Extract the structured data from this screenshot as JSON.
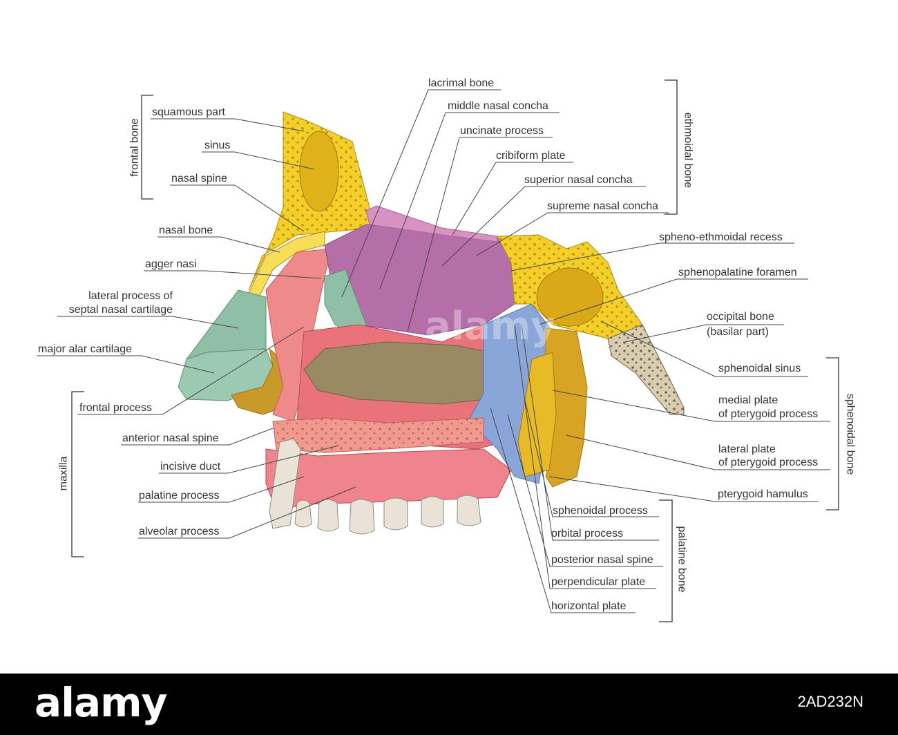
{
  "labels": {
    "squamous_part": "squamous part",
    "sinus": "sinus",
    "nasal_spine": "nasal spine",
    "nasal_bone": "nasal bone",
    "agger_nasi": "agger nasi",
    "lateral_process_1": "lateral process of",
    "lateral_process_2": "septal nasal cartilage",
    "major_alar": "major alar cartilage",
    "frontal_process": "frontal process",
    "anterior_nasal_spine": "anterior nasal spine",
    "incisive_duct": "incisive duct",
    "palatine_process": "palatine process",
    "alveolar_process": "alveolar process",
    "lacrimal_bone": "lacrimal bone",
    "middle_nasal_concha": "middle nasal concha",
    "uncinate_process": "uncinate process",
    "cribiform_plate": "cribiform plate",
    "superior_nasal_concha": "superior nasal concha",
    "supreme_nasal_concha": "supreme nasal concha",
    "spheno_ethmoidal_recess": "spheno-ethmoidal recess",
    "sphenopalatine_foramen": "sphenopalatine foramen",
    "occipital_bone_1": "occipital bone",
    "occipital_bone_2": "(basilar part)",
    "sphenoidal_sinus": "sphenoidal sinus",
    "medial_plate_1": "medial plate",
    "medial_plate_2": "of pterygoid process",
    "lateral_plate_1": "lateral plate",
    "lateral_plate_2": "of pterygoid process",
    "pterygoid_hamulus": "pterygoid hamulus",
    "sphenoidal_process": "sphenoidal process",
    "orbital_process": "orbital process",
    "posterior_nasal_spine": "posterior nasal spine",
    "perpendicular_plate": "perpendicular plate",
    "horizontal_plate": "horizontal plate"
  },
  "groups": {
    "frontal_bone": "frontal bone",
    "ethmoidal_bone": "ethmoidal bone",
    "maxilla": "maxilla",
    "sphenoidal_bone": "sphenoidal bone",
    "palatine_bone": "palatine bone"
  },
  "footer": {
    "logo": "alamy",
    "image_id": "2AD232N"
  },
  "watermark": "alamy",
  "colors": {
    "bone_yellow": "#f2d027",
    "cartilage_green": "#8fbfa6",
    "mucosa_pink": "#e8737a",
    "concha_purple": "#b56fa8",
    "palatine_blue": "#8aa6d8",
    "concha_brown": "#9a8a63",
    "tooth": "#e8e3d6"
  }
}
